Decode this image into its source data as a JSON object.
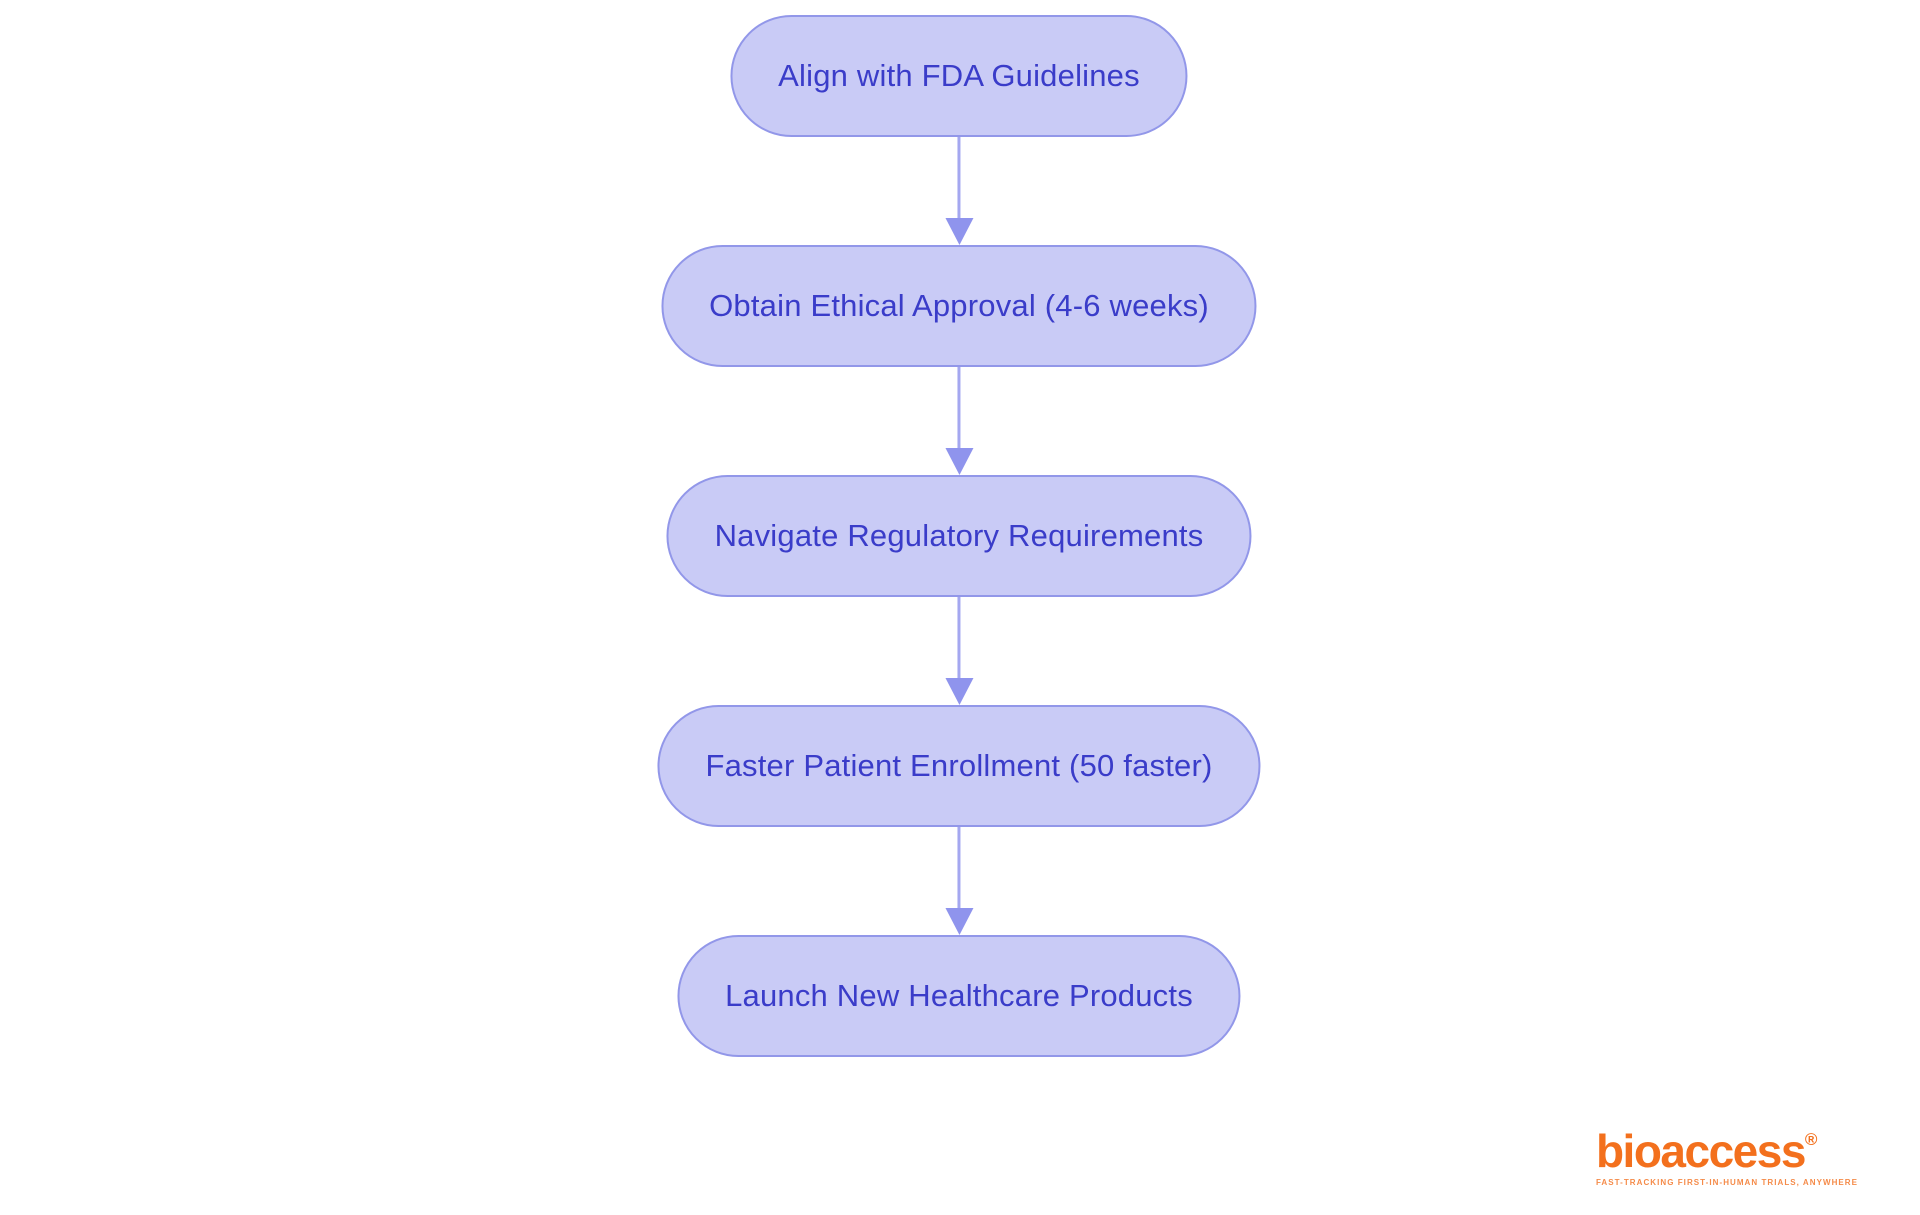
{
  "flowchart": {
    "nodes": [
      {
        "label": "Align with FDA Guidelines"
      },
      {
        "label": "Obtain Ethical Approval (4-6 weeks)"
      },
      {
        "label": "Navigate Regulatory Requirements"
      },
      {
        "label": "Faster Patient Enrollment (50 faster)"
      },
      {
        "label": "Launch New Healthcare Products"
      }
    ],
    "colors": {
      "node_fill": "#c9cbf6",
      "node_border": "#9297e9",
      "node_text": "#3a3cc9",
      "arrow_line": "#a4a7f0",
      "arrow_head": "#8f94ed"
    }
  },
  "logo": {
    "brand": "bioaccess",
    "registered_mark": "®",
    "tagline": "FAST-TRACKING FIRST-IN-HUMAN TRIALS, ANYWHERE",
    "color": "#f3701d"
  }
}
